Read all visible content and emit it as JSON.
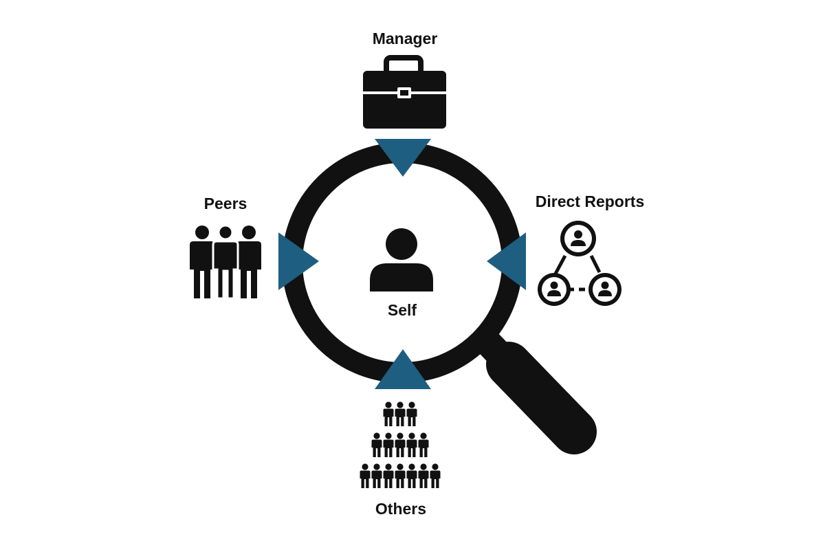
{
  "diagram": {
    "title": "360 Degree Feedback",
    "labels": {
      "manager": "Manager",
      "peers": "Peers",
      "direct_reports": "Direct Reports",
      "self": "Self",
      "others": "Others"
    },
    "icons": {
      "manager": "briefcase-icon",
      "peers": "group-of-three-people-icon",
      "direct_reports": "network-of-people-icon",
      "self": "person-icon",
      "others": "crowd-pyramid-icon",
      "center": "magnifying-glass-icon",
      "arrows": "triangle-arrow-icon"
    },
    "colors": {
      "icon": "#111111",
      "arrow": "#1e5e80",
      "background": "#ffffff"
    }
  }
}
